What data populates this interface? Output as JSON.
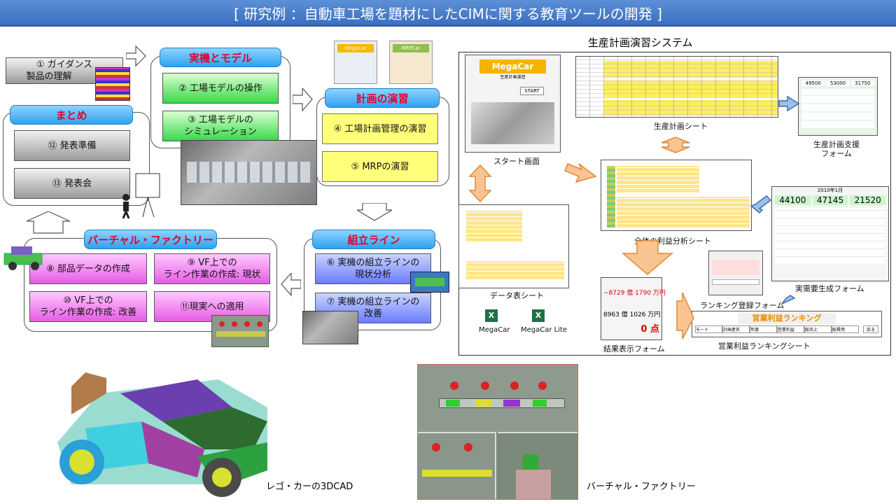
{
  "title": "[ 研究例 ：自動車工場を題材にしたCIMに関する教育ツールの開発 ]",
  "left": {
    "guidance": {
      "line1": "① ガイダンス",
      "line2": "製品の理解"
    },
    "jikki": {
      "header": "実機とモデル",
      "item1": "② 工場モデルの操作",
      "item2_l1": "③ 工場モデルの",
      "item2_l2": "シミュレーション"
    },
    "keikaku": {
      "header": "計画の演習",
      "item1": "④ 工場計画管理の演習",
      "item2": "⑤ MRPの演習"
    },
    "matome": {
      "header": "まとめ",
      "item1": "⑫ 発表準備",
      "item2": "⑬ 発表会"
    },
    "kumitate": {
      "header": "組立ライン",
      "item1_l1": "⑥ 実機の組立ラインの",
      "item1_l2": "現状分析",
      "item2_l1": "⑦ 実機の組立ラインの",
      "item2_l2": "改善"
    },
    "virtual": {
      "header": "バーチャル・ファクトリー",
      "item1": "⑧ 部品データの作成",
      "item2_l1": "⑨ VF上での",
      "item2_l2": "ライン作業の作成: 現状",
      "item3_l1": "⑩ VF上での",
      "item3_l2": "ライン作業の作成: 改善",
      "item4": "⑪現実への適用"
    }
  },
  "right": {
    "system_title": "生産計画演習システム",
    "start_screen": {
      "label": "スタート画面",
      "logo": "MegaCar",
      "sub": "生産計画演習",
      "start": "START"
    },
    "thumb1": "MegaCar",
    "thumb2": "MRPCar",
    "seisan_sheet": "生産計画シート",
    "seisan_support": {
      "l1": "生産計画支援",
      "l2": "フォーム",
      "n1": "49500",
      "n2": "53000",
      "n3": "31750"
    },
    "zentai": "全体の利益分析シート",
    "data_sheet": "データ表シート",
    "file1": "MegaCar",
    "file2": "MegaCar Lite",
    "jitsujuyo": {
      "label": "実需要生成フォーム",
      "n1": "44100",
      "n2": "47145",
      "n3": "21520",
      "hdr": "2010年1月"
    },
    "ranking_reg": {
      "label": "ランキング登録フォーム"
    },
    "result": {
      "label": "結果表示フォーム",
      "v1": "−8729 億 1790 万円",
      "v2": "8963 億 1026 万円",
      "v3": "0 点"
    },
    "ranking_sheet": {
      "label": "営業利益ランキングシート",
      "banner": "営業利益ランキング",
      "cols": [
        "モード",
        "計画者名",
        "年度",
        "営業利益",
        "総売上",
        "総費用"
      ],
      "btn": "戻る"
    }
  },
  "bottom": {
    "cad_label": "レゴ・カーの3DCAD",
    "vf_label": "バーチャル・ファクトリー"
  }
}
